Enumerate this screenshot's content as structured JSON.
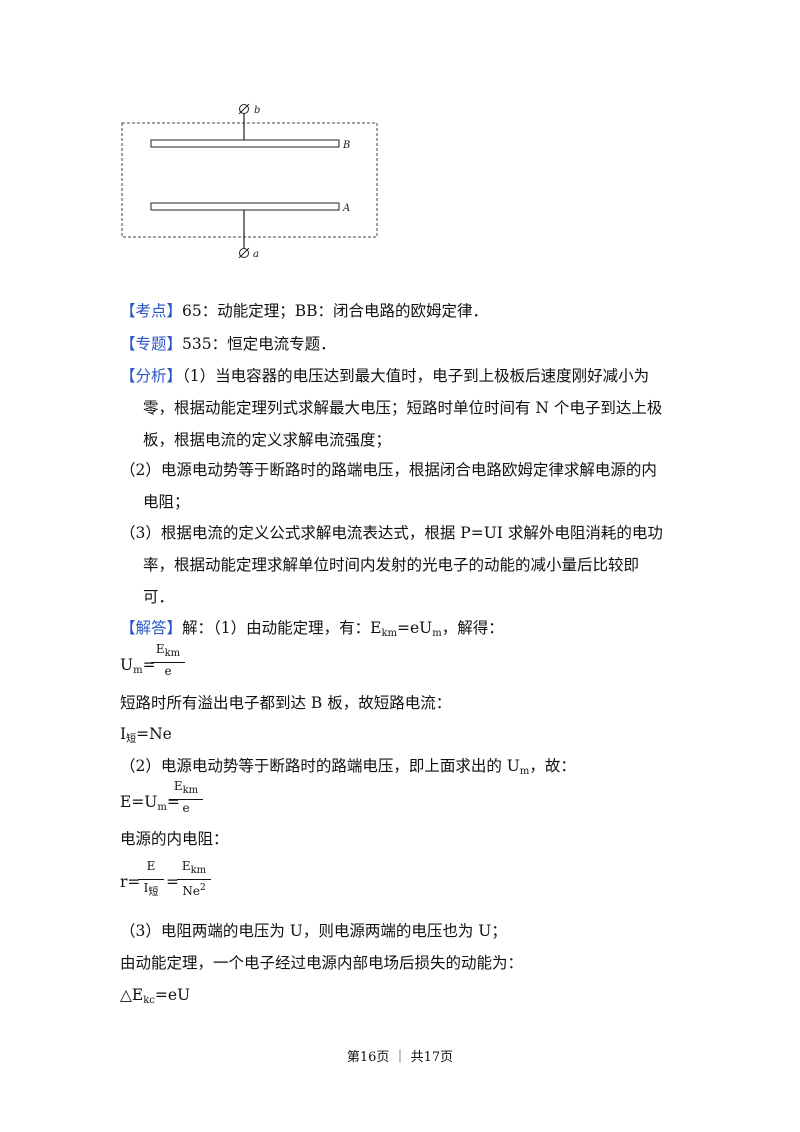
{
  "figure": {
    "terminal_top": "b",
    "terminal_bottom": "a",
    "plate_top": "B",
    "plate_bottom": "A"
  },
  "kaodian": {
    "tag": "【考点】",
    "text": "65：动能定理；BB：闭合电路的欧姆定律．"
  },
  "zhuanti": {
    "tag": "【专题】",
    "text": "535：恒定电流专题．"
  },
  "fenxi": {
    "tag": "【分析】",
    "lines": [
      "（1）当电容器的电压达到最大值时，电子到上极板后速度刚好减小为",
      "零，根据动能定理列式求解最大电压；短路时单位时间有 N 个电子到达上极",
      "板，根据电流的定义求解电流强度；",
      "（2）电源电动势等于断路时的路端电压，根据闭合电路欧姆定律求解电源的内",
      "电阻；",
      "（3）根据电流的定义公式求解电流表达式，根据 P=UI 求解外电阻消耗的电功",
      "率，根据动能定理求解单位时间内发射的光电子的动能的减小量后比较即",
      "可．"
    ]
  },
  "jieda": {
    "tag": "【解答】",
    "line1_a": "解：（1）由动能定理，有：E",
    "line1_sub1": "km",
    "line1_b": "=eU",
    "line1_sub2": "m",
    "line1_c": "，解得：",
    "eq1_lhs": "U",
    "eq1_lhs_sub": "m",
    "eq1_eq": "=",
    "eq1_num": "E",
    "eq1_num_sub": "km",
    "eq1_den": "e",
    "line2": "短路时所有溢出电子都到达 B 板，故短路电流：",
    "eq2_lhs": "I",
    "eq2_lhs_sub": "短",
    "eq2_rhs": "=Ne",
    "line3_a": "（2）电源电动势等于断路时的路端电压，即上面求出的 U",
    "line3_sub": "m",
    "line3_b": "，故：",
    "eq3_lhs": "E=U",
    "eq3_lhs_sub": "m",
    "eq3_eq": "=",
    "eq3_num": "E",
    "eq3_num_sub": "km",
    "eq3_den": "e",
    "line4": "电源的内电阻：",
    "eq4_lhs": "r=",
    "eq4_f1_num": "E",
    "eq4_f1_den": "I",
    "eq4_f1_den_sub": "短",
    "eq4_eq": "=",
    "eq4_f2_num": "E",
    "eq4_f2_num_sub": "km",
    "eq4_f2_den": "Ne",
    "eq4_f2_den_sup": "2",
    "line5": "（3）电阻两端的电压为 U，则电源两端的电压也为 U；",
    "line6": "由动能定理，一个电子经过电源内部电场后损失的动能为：",
    "eq5_a": "△E",
    "eq5_sub": "kc",
    "eq5_b": "=eU"
  },
  "footer": "第16页 ｜ 共17页"
}
